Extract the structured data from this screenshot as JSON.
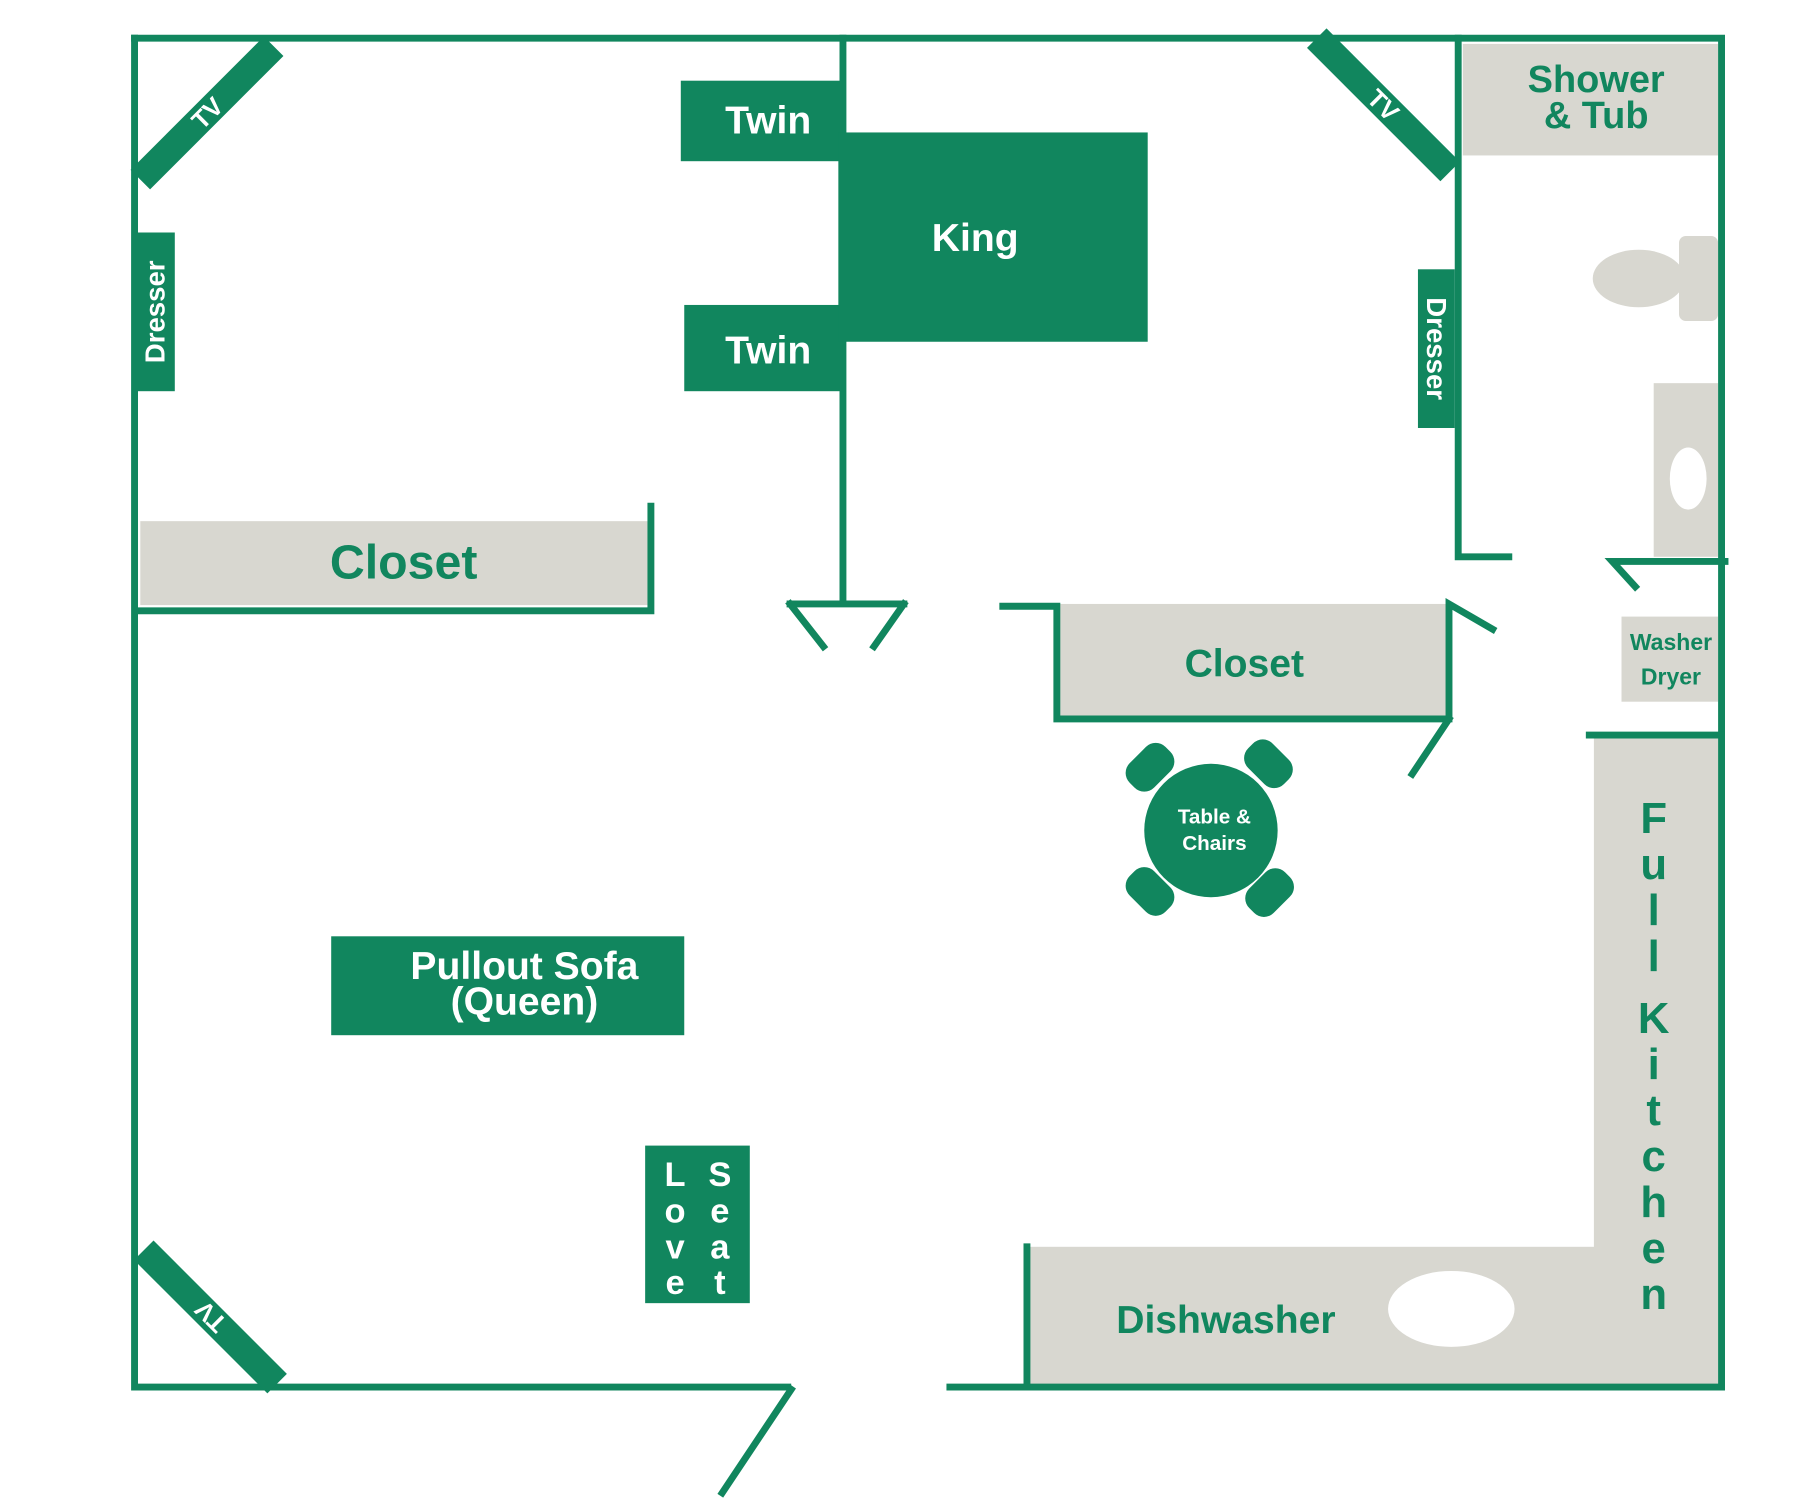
{
  "colors": {
    "accent": "#11865e",
    "fixture": "#d8d7d0",
    "background": "#ffffff"
  },
  "rooms": {
    "twin_top": "Twin",
    "twin_bottom": "Twin",
    "king": "King",
    "tv_top_left": "TV",
    "tv_top_right": "TV",
    "tv_bottom_left": "TV",
    "dresser_left": "Dresser",
    "dresser_right": "Dresser",
    "closet_left": "Closet",
    "closet_right": "Closet",
    "shower_line1": "Shower",
    "shower_line2": "& Tub",
    "washer": "Washer",
    "dryer": "Dryer",
    "table_line1": "Table &",
    "table_line2": "Chairs",
    "sofa_line1": "Pullout Sofa",
    "sofa_line2": "(Queen)",
    "love_letters": [
      "L",
      "o",
      "v",
      "e"
    ],
    "seat_letters": [
      "S",
      "e",
      "a",
      "t"
    ],
    "kitchen_letters": [
      "F",
      "u",
      "l",
      "l",
      "K",
      "i",
      "t",
      "c",
      "h",
      "e",
      "n"
    ],
    "dishwasher": "Dishwasher"
  }
}
